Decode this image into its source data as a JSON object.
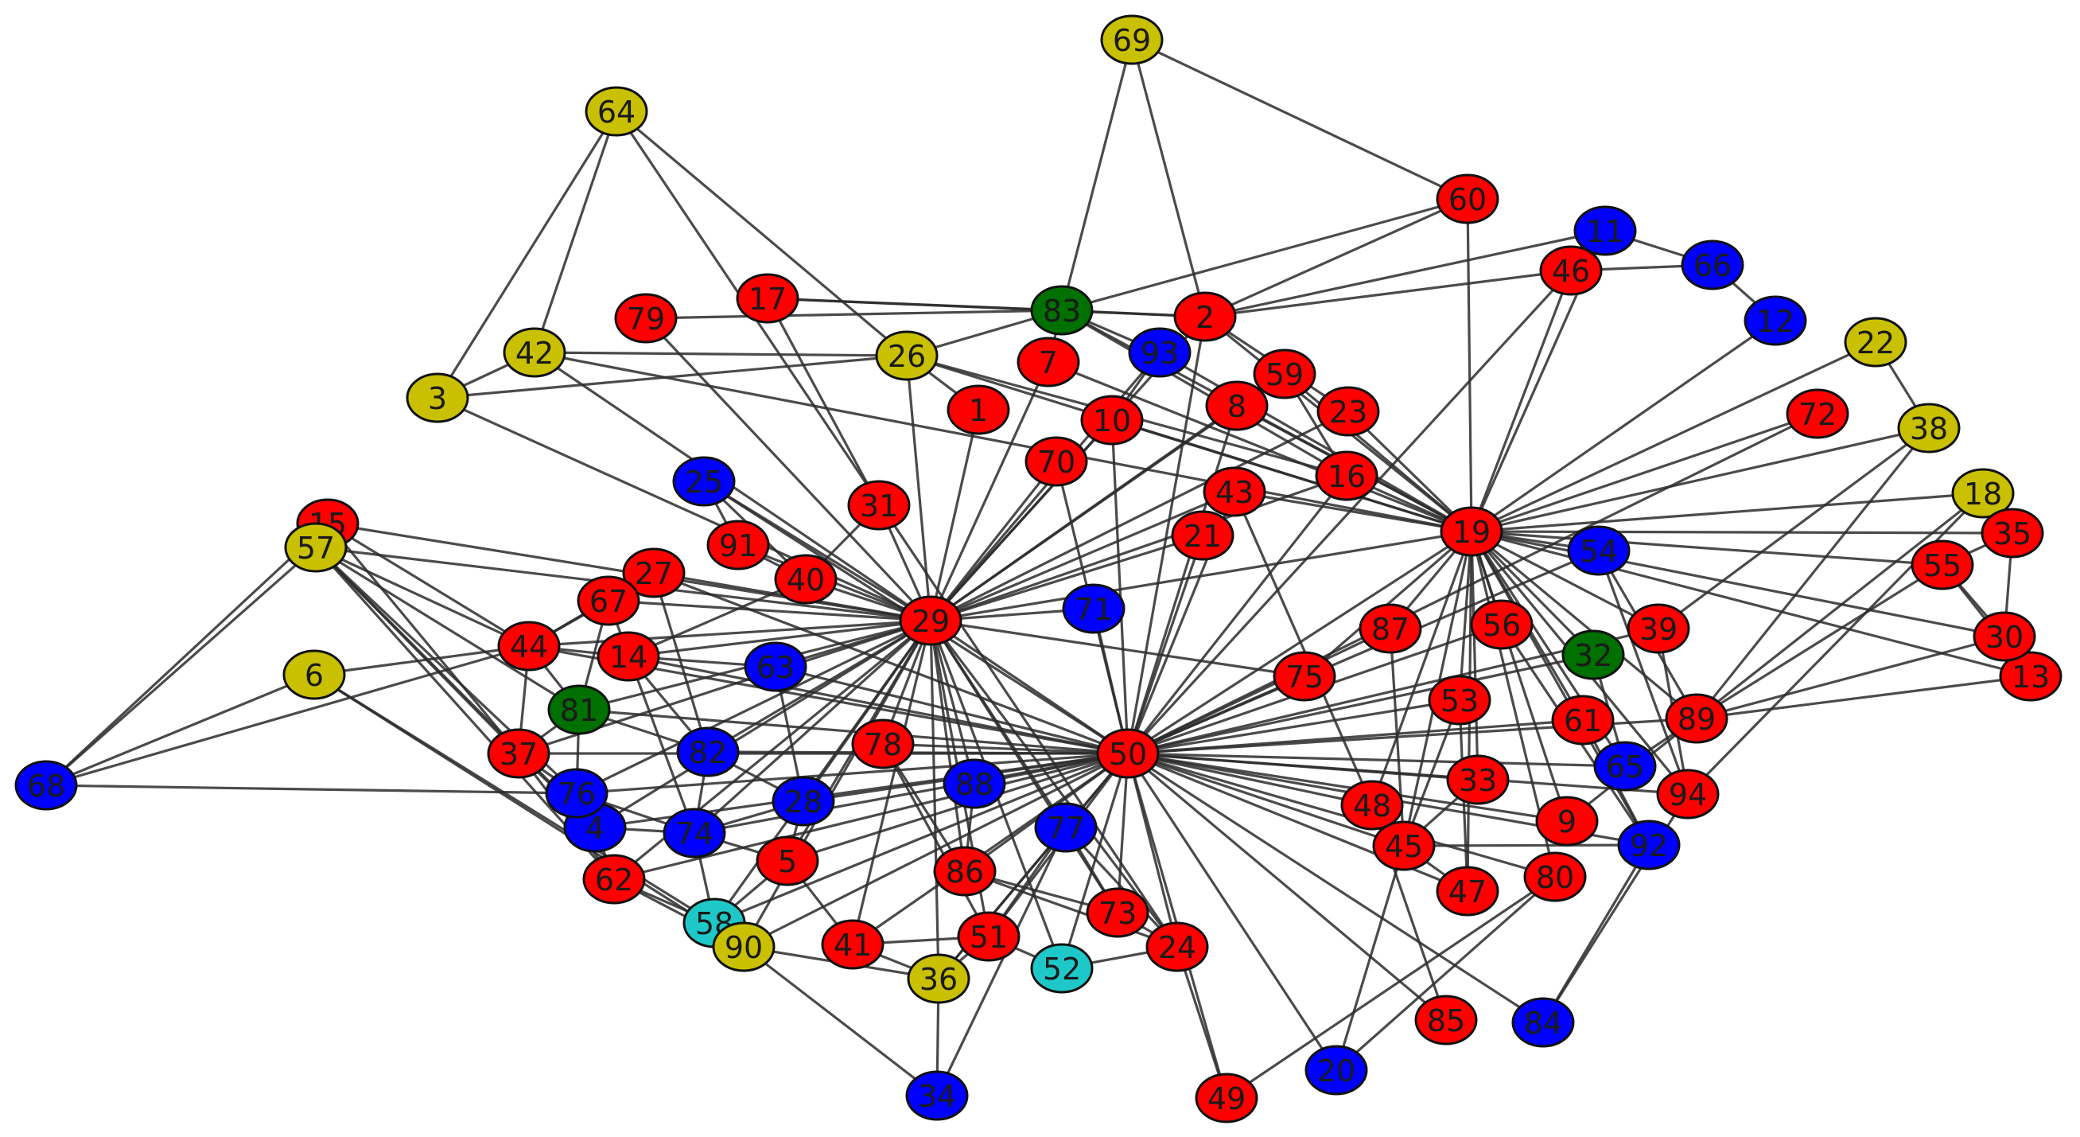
{
  "colors": {
    "red": "#ff0000",
    "blue": "#0000ff",
    "yellow": "#c8c000",
    "green": "#007000",
    "cyan": "#1ec8c8",
    "edge": "#2b2b2b",
    "label": "#1a1a1a"
  },
  "nodes": [
    {
      "id": "1",
      "group": "red"
    },
    {
      "id": "2",
      "group": "red"
    },
    {
      "id": "3",
      "group": "yellow"
    },
    {
      "id": "4",
      "group": "blue"
    },
    {
      "id": "5",
      "group": "red"
    },
    {
      "id": "6",
      "group": "yellow"
    },
    {
      "id": "7",
      "group": "red"
    },
    {
      "id": "8",
      "group": "red"
    },
    {
      "id": "9",
      "group": "red"
    },
    {
      "id": "10",
      "group": "red"
    },
    {
      "id": "11",
      "group": "blue"
    },
    {
      "id": "12",
      "group": "blue"
    },
    {
      "id": "13",
      "group": "red"
    },
    {
      "id": "14",
      "group": "red"
    },
    {
      "id": "15",
      "group": "red"
    },
    {
      "id": "16",
      "group": "red"
    },
    {
      "id": "17",
      "group": "red"
    },
    {
      "id": "18",
      "group": "yellow"
    },
    {
      "id": "19",
      "group": "red"
    },
    {
      "id": "20",
      "group": "blue"
    },
    {
      "id": "21",
      "group": "red"
    },
    {
      "id": "22",
      "group": "yellow"
    },
    {
      "id": "23",
      "group": "red"
    },
    {
      "id": "24",
      "group": "red"
    },
    {
      "id": "25",
      "group": "blue"
    },
    {
      "id": "26",
      "group": "yellow"
    },
    {
      "id": "27",
      "group": "red"
    },
    {
      "id": "28",
      "group": "blue"
    },
    {
      "id": "29",
      "group": "red"
    },
    {
      "id": "30",
      "group": "red"
    },
    {
      "id": "31",
      "group": "red"
    },
    {
      "id": "32",
      "group": "green"
    },
    {
      "id": "33",
      "group": "red"
    },
    {
      "id": "34",
      "group": "blue"
    },
    {
      "id": "35",
      "group": "red"
    },
    {
      "id": "36",
      "group": "yellow"
    },
    {
      "id": "37",
      "group": "red"
    },
    {
      "id": "38",
      "group": "yellow"
    },
    {
      "id": "39",
      "group": "red"
    },
    {
      "id": "40",
      "group": "red"
    },
    {
      "id": "41",
      "group": "red"
    },
    {
      "id": "42",
      "group": "yellow"
    },
    {
      "id": "43",
      "group": "red"
    },
    {
      "id": "44",
      "group": "red"
    },
    {
      "id": "45",
      "group": "red"
    },
    {
      "id": "46",
      "group": "red"
    },
    {
      "id": "47",
      "group": "red"
    },
    {
      "id": "48",
      "group": "red"
    },
    {
      "id": "49",
      "group": "red"
    },
    {
      "id": "50",
      "group": "red"
    },
    {
      "id": "51",
      "group": "red"
    },
    {
      "id": "52",
      "group": "cyan"
    },
    {
      "id": "53",
      "group": "red"
    },
    {
      "id": "54",
      "group": "blue"
    },
    {
      "id": "55",
      "group": "red"
    },
    {
      "id": "56",
      "group": "red"
    },
    {
      "id": "57",
      "group": "yellow"
    },
    {
      "id": "58",
      "group": "cyan"
    },
    {
      "id": "59",
      "group": "red"
    },
    {
      "id": "60",
      "group": "red"
    },
    {
      "id": "61",
      "group": "red"
    },
    {
      "id": "62",
      "group": "red"
    },
    {
      "id": "63",
      "group": "blue"
    },
    {
      "id": "64",
      "group": "yellow"
    },
    {
      "id": "65",
      "group": "blue"
    },
    {
      "id": "66",
      "group": "blue"
    },
    {
      "id": "67",
      "group": "red"
    },
    {
      "id": "68",
      "group": "blue"
    },
    {
      "id": "69",
      "group": "yellow"
    },
    {
      "id": "70",
      "group": "red"
    },
    {
      "id": "71",
      "group": "blue"
    },
    {
      "id": "72",
      "group": "red"
    },
    {
      "id": "73",
      "group": "red"
    },
    {
      "id": "74",
      "group": "blue"
    },
    {
      "id": "75",
      "group": "red"
    },
    {
      "id": "76",
      "group": "blue"
    },
    {
      "id": "77",
      "group": "blue"
    },
    {
      "id": "78",
      "group": "red"
    },
    {
      "id": "79",
      "group": "red"
    },
    {
      "id": "80",
      "group": "red"
    },
    {
      "id": "81",
      "group": "green"
    },
    {
      "id": "82",
      "group": "blue"
    },
    {
      "id": "83",
      "group": "green"
    },
    {
      "id": "84",
      "group": "blue"
    },
    {
      "id": "85",
      "group": "red"
    },
    {
      "id": "86",
      "group": "red"
    },
    {
      "id": "87",
      "group": "red"
    },
    {
      "id": "88",
      "group": "blue"
    },
    {
      "id": "89",
      "group": "red"
    },
    {
      "id": "90",
      "group": "yellow"
    },
    {
      "id": "91",
      "group": "red"
    },
    {
      "id": "92",
      "group": "blue"
    },
    {
      "id": "93",
      "group": "blue"
    },
    {
      "id": "94",
      "group": "red"
    }
  ],
  "edges": [
    [
      "69",
      "83"
    ],
    [
      "69",
      "2"
    ],
    [
      "69",
      "60"
    ],
    [
      "60",
      "83"
    ],
    [
      "60",
      "19"
    ],
    [
      "60",
      "2"
    ],
    [
      "64",
      "3"
    ],
    [
      "64",
      "42"
    ],
    [
      "64",
      "26"
    ],
    [
      "64",
      "24"
    ],
    [
      "3",
      "42"
    ],
    [
      "3",
      "26"
    ],
    [
      "3",
      "29"
    ],
    [
      "42",
      "26"
    ],
    [
      "42",
      "29"
    ],
    [
      "42",
      "19"
    ],
    [
      "79",
      "83"
    ],
    [
      "79",
      "29"
    ],
    [
      "17",
      "2"
    ],
    [
      "17",
      "31"
    ],
    [
      "17",
      "83"
    ],
    [
      "83",
      "93"
    ],
    [
      "83",
      "7"
    ],
    [
      "83",
      "16"
    ],
    [
      "83",
      "19"
    ],
    [
      "83",
      "2"
    ],
    [
      "83",
      "26"
    ],
    [
      "26",
      "29"
    ],
    [
      "26",
      "1"
    ],
    [
      "26",
      "19"
    ],
    [
      "26",
      "16"
    ],
    [
      "2",
      "29"
    ],
    [
      "2",
      "46"
    ],
    [
      "2",
      "11"
    ],
    [
      "2",
      "19"
    ],
    [
      "2",
      "23"
    ],
    [
      "2",
      "50"
    ],
    [
      "7",
      "29"
    ],
    [
      "7",
      "19"
    ],
    [
      "93",
      "29"
    ],
    [
      "93",
      "19"
    ],
    [
      "93",
      "10"
    ],
    [
      "59",
      "29"
    ],
    [
      "59",
      "19"
    ],
    [
      "59",
      "16"
    ],
    [
      "10",
      "29"
    ],
    [
      "10",
      "19"
    ],
    [
      "10",
      "50"
    ],
    [
      "8",
      "29"
    ],
    [
      "8",
      "19"
    ],
    [
      "8",
      "50"
    ],
    [
      "23",
      "19"
    ],
    [
      "23",
      "29"
    ],
    [
      "1",
      "29"
    ],
    [
      "70",
      "29"
    ],
    [
      "70",
      "50"
    ],
    [
      "43",
      "50"
    ],
    [
      "43",
      "19"
    ],
    [
      "43",
      "29"
    ],
    [
      "43",
      "48"
    ],
    [
      "21",
      "29"
    ],
    [
      "21",
      "50"
    ],
    [
      "16",
      "50"
    ],
    [
      "16",
      "19"
    ],
    [
      "16",
      "29"
    ],
    [
      "46",
      "19"
    ],
    [
      "46",
      "50"
    ],
    [
      "46",
      "66"
    ],
    [
      "11",
      "19"
    ],
    [
      "11",
      "66"
    ],
    [
      "66",
      "12"
    ],
    [
      "12",
      "19"
    ],
    [
      "22",
      "19"
    ],
    [
      "22",
      "38"
    ],
    [
      "72",
      "19"
    ],
    [
      "72",
      "50"
    ],
    [
      "38",
      "19"
    ],
    [
      "38",
      "89"
    ],
    [
      "38",
      "39"
    ],
    [
      "18",
      "19"
    ],
    [
      "18",
      "89"
    ],
    [
      "18",
      "94"
    ],
    [
      "35",
      "19"
    ],
    [
      "35",
      "55"
    ],
    [
      "35",
      "30"
    ],
    [
      "55",
      "19"
    ],
    [
      "55",
      "30"
    ],
    [
      "55",
      "13"
    ],
    [
      "55",
      "89"
    ],
    [
      "30",
      "13"
    ],
    [
      "30",
      "19"
    ],
    [
      "30",
      "89"
    ],
    [
      "13",
      "19"
    ],
    [
      "13",
      "89"
    ],
    [
      "19",
      "54"
    ],
    [
      "19",
      "56"
    ],
    [
      "19",
      "87"
    ],
    [
      "19",
      "75"
    ],
    [
      "19",
      "53"
    ],
    [
      "19",
      "61"
    ],
    [
      "19",
      "32"
    ],
    [
      "19",
      "39"
    ],
    [
      "19",
      "50"
    ],
    [
      "19",
      "29"
    ],
    [
      "19",
      "65"
    ],
    [
      "19",
      "92"
    ],
    [
      "19",
      "45"
    ],
    [
      "19",
      "47"
    ],
    [
      "19",
      "48"
    ],
    [
      "19",
      "89"
    ],
    [
      "19",
      "33"
    ],
    [
      "19",
      "9"
    ],
    [
      "19",
      "80"
    ],
    [
      "19",
      "94"
    ],
    [
      "54",
      "89"
    ],
    [
      "54",
      "50"
    ],
    [
      "54",
      "94"
    ],
    [
      "56",
      "50"
    ],
    [
      "56",
      "92"
    ],
    [
      "87",
      "50"
    ],
    [
      "87",
      "45"
    ],
    [
      "75",
      "50"
    ],
    [
      "75",
      "29"
    ],
    [
      "53",
      "50"
    ],
    [
      "53",
      "45"
    ],
    [
      "53",
      "47"
    ],
    [
      "61",
      "50"
    ],
    [
      "61",
      "92"
    ],
    [
      "32",
      "50"
    ],
    [
      "32",
      "65"
    ],
    [
      "39",
      "50"
    ],
    [
      "39",
      "94"
    ],
    [
      "89",
      "50"
    ],
    [
      "89",
      "9"
    ],
    [
      "89",
      "65"
    ],
    [
      "94",
      "50"
    ],
    [
      "94",
      "84"
    ],
    [
      "65",
      "50"
    ],
    [
      "92",
      "84"
    ],
    [
      "92",
      "50"
    ],
    [
      "92",
      "45"
    ],
    [
      "48",
      "50"
    ],
    [
      "48",
      "85"
    ],
    [
      "45",
      "50"
    ],
    [
      "45",
      "47"
    ],
    [
      "45",
      "20"
    ],
    [
      "33",
      "50"
    ],
    [
      "33",
      "45"
    ],
    [
      "9",
      "50"
    ],
    [
      "80",
      "50"
    ],
    [
      "80",
      "20"
    ],
    [
      "80",
      "49"
    ],
    [
      "47",
      "50"
    ],
    [
      "85",
      "50"
    ],
    [
      "84",
      "50"
    ],
    [
      "20",
      "50"
    ],
    [
      "49",
      "50"
    ],
    [
      "29",
      "50"
    ],
    [
      "29",
      "25"
    ],
    [
      "29",
      "31"
    ],
    [
      "29",
      "91"
    ],
    [
      "29",
      "40"
    ],
    [
      "29",
      "27"
    ],
    [
      "29",
      "67"
    ],
    [
      "29",
      "44"
    ],
    [
      "29",
      "14"
    ],
    [
      "29",
      "63"
    ],
    [
      "29",
      "81"
    ],
    [
      "29",
      "37"
    ],
    [
      "29",
      "82"
    ],
    [
      "29",
      "76"
    ],
    [
      "29",
      "4"
    ],
    [
      "29",
      "74"
    ],
    [
      "29",
      "28"
    ],
    [
      "29",
      "78"
    ],
    [
      "29",
      "88"
    ],
    [
      "29",
      "77"
    ],
    [
      "29",
      "5"
    ],
    [
      "29",
      "62"
    ],
    [
      "29",
      "58"
    ],
    [
      "29",
      "90"
    ],
    [
      "29",
      "41"
    ],
    [
      "29",
      "51"
    ],
    [
      "29",
      "36"
    ],
    [
      "29",
      "86"
    ],
    [
      "29",
      "73"
    ],
    [
      "29",
      "24"
    ],
    [
      "29",
      "52"
    ],
    [
      "29",
      "71"
    ],
    [
      "29",
      "15"
    ],
    [
      "29",
      "57"
    ],
    [
      "50",
      "71"
    ],
    [
      "50",
      "63"
    ],
    [
      "50",
      "82"
    ],
    [
      "50",
      "78"
    ],
    [
      "50",
      "88"
    ],
    [
      "50",
      "77"
    ],
    [
      "50",
      "28"
    ],
    [
      "50",
      "86"
    ],
    [
      "50",
      "51"
    ],
    [
      "50",
      "73"
    ],
    [
      "50",
      "24"
    ],
    [
      "50",
      "36"
    ],
    [
      "50",
      "41"
    ],
    [
      "50",
      "5"
    ],
    [
      "50",
      "74"
    ],
    [
      "50",
      "76"
    ],
    [
      "50",
      "4"
    ],
    [
      "50",
      "37"
    ],
    [
      "50",
      "81"
    ],
    [
      "50",
      "14"
    ],
    [
      "50",
      "25"
    ],
    [
      "50",
      "27"
    ],
    [
      "50",
      "44"
    ],
    [
      "50",
      "90"
    ],
    [
      "50",
      "58"
    ],
    [
      "50",
      "62"
    ],
    [
      "50",
      "52"
    ],
    [
      "15",
      "57"
    ],
    [
      "15",
      "68"
    ],
    [
      "15",
      "44"
    ],
    [
      "15",
      "37"
    ],
    [
      "57",
      "68"
    ],
    [
      "57",
      "44"
    ],
    [
      "57",
      "37"
    ],
    [
      "57",
      "76"
    ],
    [
      "57",
      "4"
    ],
    [
      "57",
      "62"
    ],
    [
      "57",
      "81"
    ],
    [
      "6",
      "44"
    ],
    [
      "6",
      "58"
    ],
    [
      "6",
      "68"
    ],
    [
      "6",
      "90"
    ],
    [
      "68",
      "76"
    ],
    [
      "68",
      "44"
    ],
    [
      "27",
      "67"
    ],
    [
      "27",
      "44"
    ],
    [
      "27",
      "82"
    ],
    [
      "67",
      "44"
    ],
    [
      "67",
      "81"
    ],
    [
      "67",
      "74"
    ],
    [
      "44",
      "81"
    ],
    [
      "44",
      "37"
    ],
    [
      "44",
      "14"
    ],
    [
      "14",
      "82"
    ],
    [
      "14",
      "63"
    ],
    [
      "81",
      "82"
    ],
    [
      "81",
      "37"
    ],
    [
      "81",
      "76"
    ],
    [
      "37",
      "76"
    ],
    [
      "37",
      "4"
    ],
    [
      "37",
      "62"
    ],
    [
      "76",
      "4"
    ],
    [
      "76",
      "74"
    ],
    [
      "4",
      "62"
    ],
    [
      "4",
      "74"
    ],
    [
      "62",
      "58"
    ],
    [
      "62",
      "90"
    ],
    [
      "74",
      "58"
    ],
    [
      "74",
      "28"
    ],
    [
      "74",
      "5"
    ],
    [
      "82",
      "28"
    ],
    [
      "82",
      "74"
    ],
    [
      "28",
      "5"
    ],
    [
      "78",
      "86"
    ],
    [
      "78",
      "51"
    ],
    [
      "5",
      "41"
    ],
    [
      "5",
      "58"
    ],
    [
      "58",
      "90"
    ],
    [
      "90",
      "36"
    ],
    [
      "90",
      "34"
    ],
    [
      "41",
      "36"
    ],
    [
      "41",
      "51"
    ],
    [
      "36",
      "34"
    ],
    [
      "36",
      "51"
    ],
    [
      "51",
      "52"
    ],
    [
      "52",
      "24"
    ],
    [
      "51",
      "77"
    ],
    [
      "77",
      "73"
    ],
    [
      "77",
      "24"
    ],
    [
      "77",
      "34"
    ],
    [
      "86",
      "24"
    ],
    [
      "86",
      "73"
    ],
    [
      "88",
      "86"
    ],
    [
      "73",
      "24"
    ],
    [
      "24",
      "49"
    ],
    [
      "36",
      "77"
    ],
    [
      "63",
      "28"
    ],
    [
      "25",
      "91"
    ],
    [
      "25",
      "40"
    ],
    [
      "31",
      "40"
    ],
    [
      "91",
      "40"
    ],
    [
      "40",
      "14"
    ]
  ]
}
